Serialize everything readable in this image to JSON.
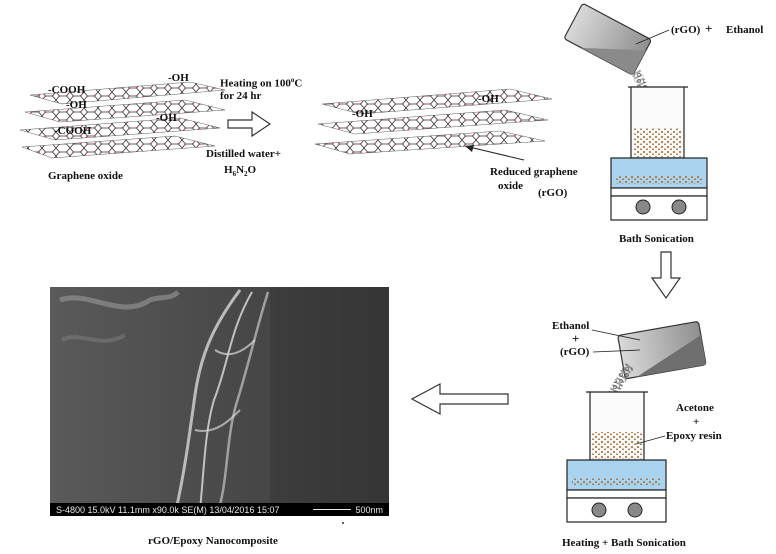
{
  "step1": {
    "groups": [
      "-COOH",
      "-OH",
      "-COOH",
      "-OH",
      "-OH"
    ],
    "caption": "Graphene oxide"
  },
  "step2": {
    "heating": "Heating on 100",
    "degree_sup": "o",
    "heating_unit": "C",
    "duration": "for 24 hr",
    "water": "Distilled water+",
    "reagent_base": "H",
    "reagent_sub1": "6",
    "reagent_mid": "N",
    "reagent_sub2": "2",
    "reagent_end": "O"
  },
  "step3": {
    "groups": [
      "-OH",
      "-OH"
    ],
    "caption_line1": "Reduced graphene",
    "caption_line2": "oxide",
    "caption_line3": "(rGO)"
  },
  "step4": {
    "beaker_label_a": "(rGO)",
    "plus": "+",
    "beaker_label_b": "Ethanol",
    "caption": "Bath Sonication"
  },
  "step5": {
    "label_ethanol": "Ethanol",
    "label_plus": "+",
    "label_rgo": "(rGO)",
    "label_acetone": "Acetone",
    "label_plus2": "+",
    "label_epoxy": "Epoxy resin",
    "caption": "Heating + Bath Sonication"
  },
  "sem": {
    "info": "S-4800 15.0kV 11.1mm x90.0k SE(M) 13/04/2016 15:07",
    "scale": "500nm",
    "caption": "rGO/Epoxy Nanocomposite"
  },
  "colors": {
    "lattice": "#c8327a",
    "lattice_line": "#222222",
    "hotplate": "#a9d3ee",
    "powder": "#b07a3a"
  }
}
